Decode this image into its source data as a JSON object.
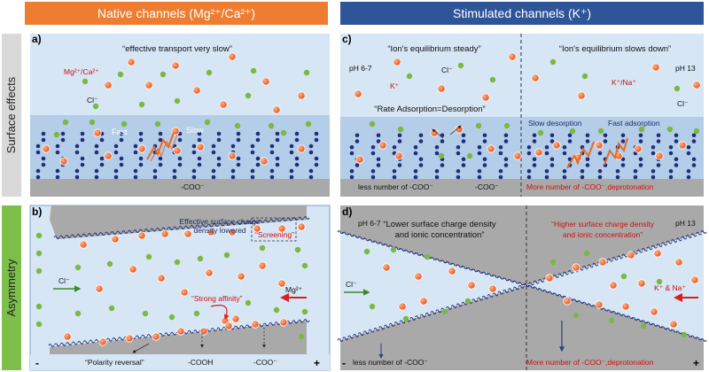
{
  "headers": {
    "native": "Native channels (Mg²⁺/Ca²⁺)",
    "stimulated": "Stimulated channels (K⁺)"
  },
  "rows": {
    "surface": "Surface effects",
    "asymmetry": "Asymmetry"
  },
  "panels": {
    "a": {
      "tag": "a)",
      "quote": "“effective transport very slow”",
      "ion_label": "Mg²⁺/Ca²⁺",
      "cl_label": "Cl⁻",
      "fast": "Fast",
      "slow": "Slow",
      "coo": "-COO⁻"
    },
    "b": {
      "tag": "b)",
      "note": [
        "Effective surface charge",
        "density lowered"
      ],
      "screening": "“Screening”",
      "strong": "“Strong affinity”",
      "mg": "Mg²⁺",
      "cl": "Cl⁻",
      "polarity": "“Polarity reversal”",
      "cooh": "-COOH",
      "coo": "-COO⁻",
      "minus": "-",
      "plus": "+"
    },
    "c": {
      "tag": "c)",
      "quote_left": "“Ion's equilibrium steady”",
      "quote_right": "“Ion's equilibrium slows down”",
      "ph_left": "pH 6-7",
      "ph_right": "pH 13",
      "cl": "Cl⁻",
      "k": "K⁺",
      "kna": "K⁺/Na⁺",
      "cl2": "Cl⁻",
      "rate": "“Rate Adsorption=Desorption”",
      "slow_des": "Slow desorption",
      "fast_ads": "Fast adsorption",
      "less": "less number of -COO⁻",
      "coo": "-COO⁻",
      "more": "More number of -COO⁻,deprotonation"
    },
    "d": {
      "tag": "d)",
      "ph_left": "pH 6-7",
      "ph_right": "pH 13",
      "quote_left": [
        "“Lower surface charge density",
        "and ionic concentration”"
      ],
      "quote_right": [
        "“Higher surface charge density",
        "and ionic concentration”"
      ],
      "cl": "Cl⁻",
      "kna": "K⁺ & Na⁺",
      "less": "less number of -COO⁻",
      "more": "More number of -COO⁻,deprotonation",
      "minus": "-",
      "plus": "+"
    }
  },
  "colors": {
    "orange_header": "#ee7d31",
    "blue_header": "#2e5597",
    "light_blue": "#d6e6f5",
    "mid_blue": "#b4cde9",
    "gray": "#a9a9a9",
    "orange_ion": "#f05a22",
    "green_ion": "#7bb842",
    "chain": "#1f2e7a"
  }
}
